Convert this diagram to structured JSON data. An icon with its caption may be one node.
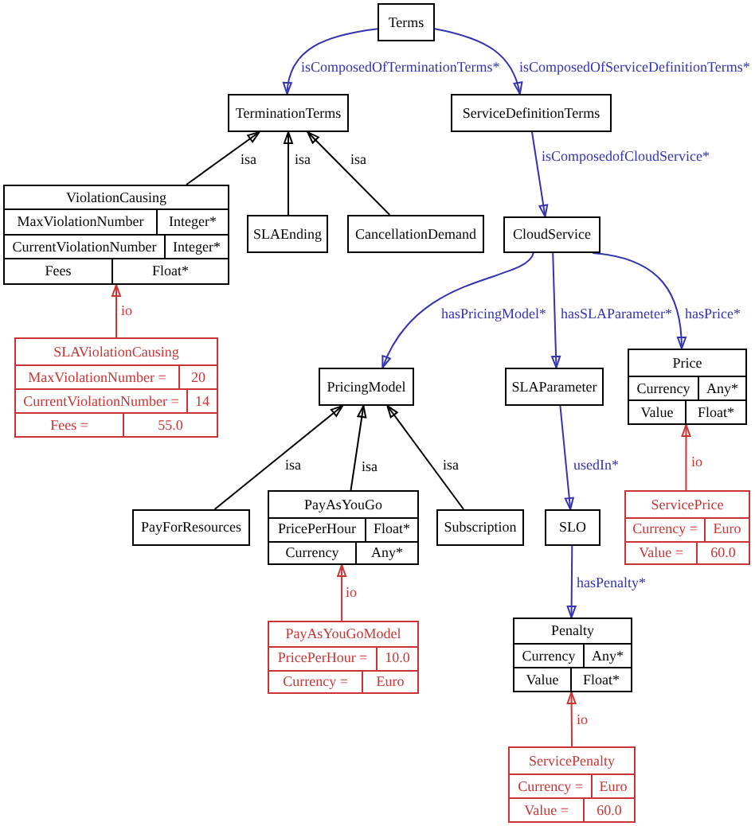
{
  "diagram": {
    "nodes": [
      {
        "text": [
          "Terms"
        ]
      },
      {
        "text": [
          "TerminationTerms"
        ]
      },
      {
        "text": [
          "ServiceDefinitionTerms"
        ]
      },
      {
        "text": [
          "ViolationCausing",
          "MaxViolationNumber",
          "Integer*",
          "CurrentViolationNumber",
          "Integer*",
          "Fees",
          "Float*"
        ]
      },
      {
        "text": [
          "SLAEnding"
        ]
      },
      {
        "text": [
          "CancellationDemand"
        ]
      },
      {
        "text": [
          "CloudService"
        ]
      },
      {
        "text": [
          "SLAViolationCausing",
          "MaxViolationNumber =",
          "20",
          "CurrentViolationNumber =",
          "14",
          "Fees =",
          "55.0"
        ]
      },
      {
        "text": [
          "PricingModel"
        ]
      },
      {
        "text": [
          "SLAParameter"
        ]
      },
      {
        "text": [
          "Price",
          "Currency",
          "Any*",
          "Value",
          "Float*"
        ]
      },
      {
        "text": [
          "PayForResources"
        ]
      },
      {
        "text": [
          "PayAsYouGo",
          "PricePerHour",
          "Float*",
          "Currency",
          "Any*"
        ]
      },
      {
        "text": [
          "Subscription"
        ]
      },
      {
        "text": [
          "SLO"
        ]
      },
      {
        "text": [
          "ServicePrice",
          "Currency =",
          "Euro",
          "Value =",
          "60.0"
        ]
      },
      {
        "text": [
          "PayAsYouGoModel",
          "PricePerHour =",
          "10.0",
          "Currency =",
          "Euro"
        ]
      },
      {
        "text": [
          "Penalty",
          "Currency",
          "Any*",
          "Value",
          "Float*"
        ]
      },
      {
        "text": [
          "ServicePenalty",
          "Currency =",
          "Euro",
          "Value =",
          "60.0"
        ]
      }
    ],
    "edges": [
      {
        "from": 0,
        "to": 1,
        "arrow": "to",
        "label": "isComposedOfTerminationTerms*"
      },
      {
        "from": 0,
        "to": 2,
        "arrow": "to",
        "label": "isComposedOfServiceDefinitionTerms*"
      },
      {
        "from": 3,
        "to": 1,
        "arrow": "to",
        "label": "isa",
        "color": "#000000"
      },
      {
        "from": 4,
        "to": 1,
        "arrow": "to",
        "label": "isa",
        "color": "#000000"
      },
      {
        "from": 5,
        "to": 1,
        "arrow": "to",
        "label": "isa",
        "color": "#000000"
      },
      {
        "from": 2,
        "to": 6,
        "arrow": "to",
        "label": "isComposedofCloudService*"
      },
      {
        "from": 7,
        "to": 3,
        "arrow": "to",
        "label": "io",
        "color": "#cc3333"
      },
      {
        "from": 6,
        "to": 8,
        "arrow": "to",
        "label": "hasPricingModel*"
      },
      {
        "from": 6,
        "to": 9,
        "arrow": "to",
        "label": "hasSLAParameter*"
      },
      {
        "from": 6,
        "to": 10,
        "arrow": "to",
        "label": "hasPrice*"
      },
      {
        "from": 11,
        "to": 8,
        "arrow": "to",
        "label": "isa",
        "color": "#000000"
      },
      {
        "from": 12,
        "to": 8,
        "arrow": "to",
        "label": "isa",
        "color": "#000000"
      },
      {
        "from": 13,
        "to": 8,
        "arrow": "to",
        "label": "isa",
        "color": "#000000"
      },
      {
        "from": 9,
        "to": 14,
        "arrow": "to",
        "label": "usedIn*"
      },
      {
        "from": 15,
        "to": 10,
        "arrow": "to",
        "label": "io",
        "color": "#cc3333"
      },
      {
        "from": 16,
        "to": 12,
        "arrow": "to",
        "label": "io",
        "color": "#cc3333"
      },
      {
        "from": 14,
        "to": 17,
        "arrow": "to",
        "label": "hasPenalty*"
      },
      {
        "from": 18,
        "to": 17,
        "arrow": "to",
        "label": "io",
        "color": "#cc3333"
      }
    ]
  }
}
